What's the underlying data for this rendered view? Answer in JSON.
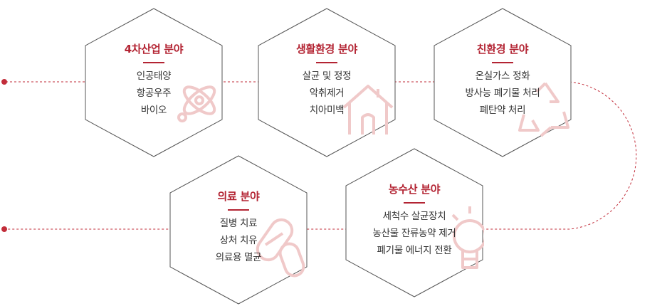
{
  "colors": {
    "accent": "#b32433",
    "line": "#c22d3a",
    "hex_border": "#555555",
    "text": "#333333",
    "icon": "#f0c9c9"
  },
  "fields": [
    {
      "title": "4차산업 분야",
      "items": [
        "인공태양",
        "항공우주",
        "바이오"
      ],
      "icon": "atom-icon"
    },
    {
      "title": "생활환경 분야",
      "items": [
        "살균 및 정정",
        "악취제거",
        "치아미백"
      ],
      "icon": "house-icon"
    },
    {
      "title": "친환경 분야",
      "items": [
        "온실가스 정화",
        "방사능 폐기물 처리",
        "폐탄약 처리"
      ],
      "icon": "recycle-icon"
    },
    {
      "title": "의료 분야",
      "items": [
        "질병 치료",
        "상처 치유",
        "의료용 멸균"
      ],
      "icon": "pill-icon"
    },
    {
      "title": "농수산 분야",
      "items": [
        "세척수 살균장치",
        "농산물 잔류농약 제거",
        "폐기물 에너지 전환"
      ],
      "icon": "bulb-icon"
    }
  ]
}
